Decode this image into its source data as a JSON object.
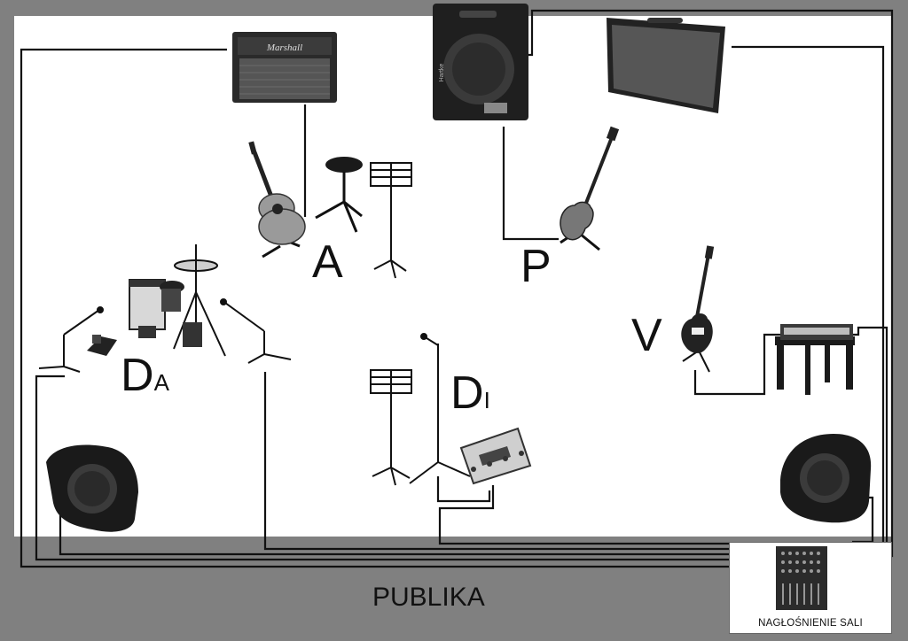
{
  "labels": {
    "acoustic_station": "A",
    "bass_station": "P",
    "guitar_station": "V",
    "drums_station": "D",
    "drums_subscript": "A",
    "vocal_station": "D",
    "vocal_subscript": "I"
  },
  "audience_label": "PUBLIKA",
  "mixer_caption": "NAGŁOŚNIENIE SALI",
  "amp_brand": "Marshall",
  "bass_amp_brand": "Hartke",
  "icons": [
    "guitar-amp-icon",
    "bass-amp-icon",
    "speaker-cabinet-icon",
    "acoustic-guitar-icon",
    "stool-icon",
    "music-stand-icon",
    "bass-guitar-icon",
    "electric-guitar-icon",
    "cajon-icon",
    "cymbal-icon",
    "microphone-stand-icon",
    "multi-effects-pedal-icon",
    "pa-speaker-icon",
    "mixer-icon",
    "stage-table-icon"
  ],
  "colors": {
    "stage": "#ffffff",
    "floor": "#808080",
    "cables": "#111111"
  }
}
